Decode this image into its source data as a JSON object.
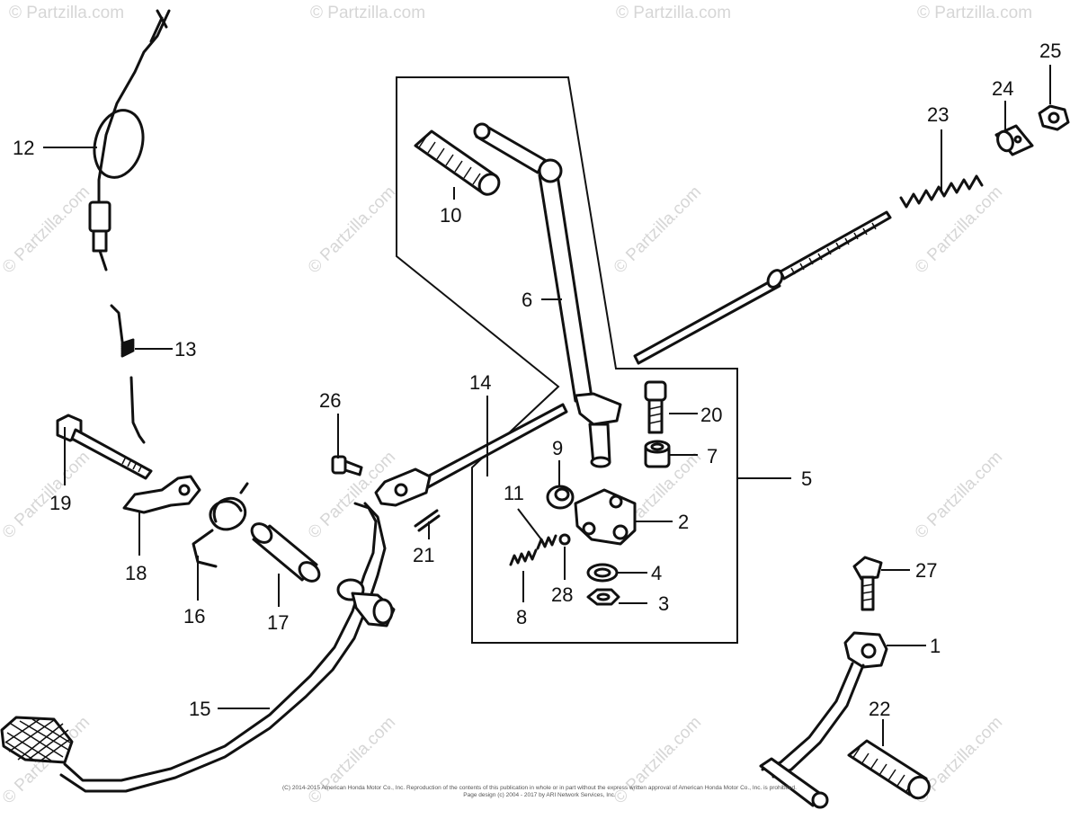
{
  "watermark": "© Partzilla.com",
  "callouts": {
    "p1": "1",
    "p2": "2",
    "p3": "3",
    "p4": "4",
    "p5": "5",
    "p6": "6",
    "p7": "7",
    "p8": "8",
    "p9": "9",
    "p10": "10",
    "p11": "11",
    "p12": "12",
    "p13": "13",
    "p14": "14",
    "p15": "15",
    "p16": "16",
    "p17": "17",
    "p18": "18",
    "p19": "19",
    "p20": "20",
    "p21": "21",
    "p22": "22",
    "p23": "23",
    "p24": "24",
    "p25": "25",
    "p26": "26",
    "p27": "27",
    "p28": "28"
  },
  "footer": {
    "line1": "(C) 2014-2015 American Honda Motor Co., Inc. Reproduction of the contents of this publication in whole or in part without the express written approval of American Honda Motor Co., Inc. is prohibited.",
    "line2": "Page design (c) 2004 - 2017 by ARI Network Services, Inc."
  }
}
